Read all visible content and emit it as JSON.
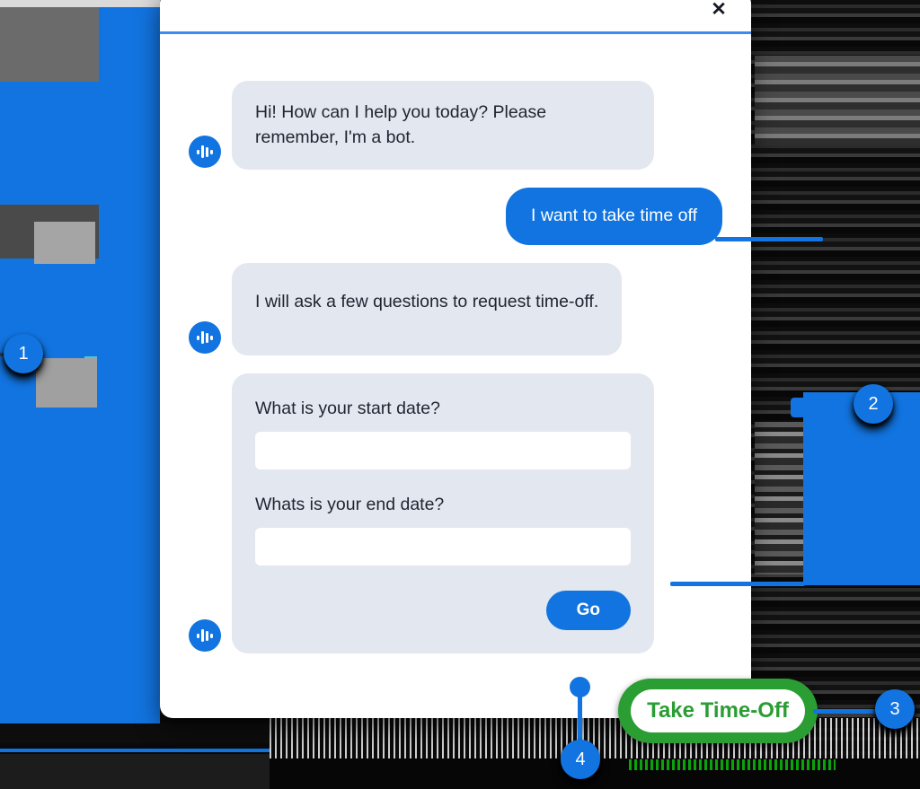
{
  "background": {
    "accent_blue": "#1274e0",
    "dark": "#0a0a0a"
  },
  "modal": {
    "header": {
      "close_label": "✕",
      "close_icon": "close-icon",
      "divider_color": "#3b8aef"
    },
    "messages": [
      {
        "role": "bot",
        "avatar_icon": "bot-waveform-icon",
        "text": "Hi! How can I help you today? Please remember, I'm a bot."
      },
      {
        "role": "user",
        "text": "I want to take time off"
      },
      {
        "role": "bot",
        "avatar_icon": "bot-waveform-icon",
        "text": "I will ask a few questions to request time-off."
      }
    ],
    "form": {
      "avatar_icon": "bot-waveform-icon",
      "fields": [
        {
          "label": "What is your start date?",
          "value": "",
          "placeholder": "",
          "name": "start-date-input"
        },
        {
          "label": "Whats is your end date?",
          "value": "",
          "placeholder": "",
          "name": "end-date-input"
        }
      ],
      "submit_label": "Go"
    }
  },
  "callouts": [
    {
      "number": "1"
    },
    {
      "number": "2"
    },
    {
      "number": "3"
    },
    {
      "number": "4"
    }
  ],
  "highlight_pill": {
    "label": "Take Time-Off",
    "border_color": "#2a9d33",
    "text_color": "#2a9d33"
  }
}
